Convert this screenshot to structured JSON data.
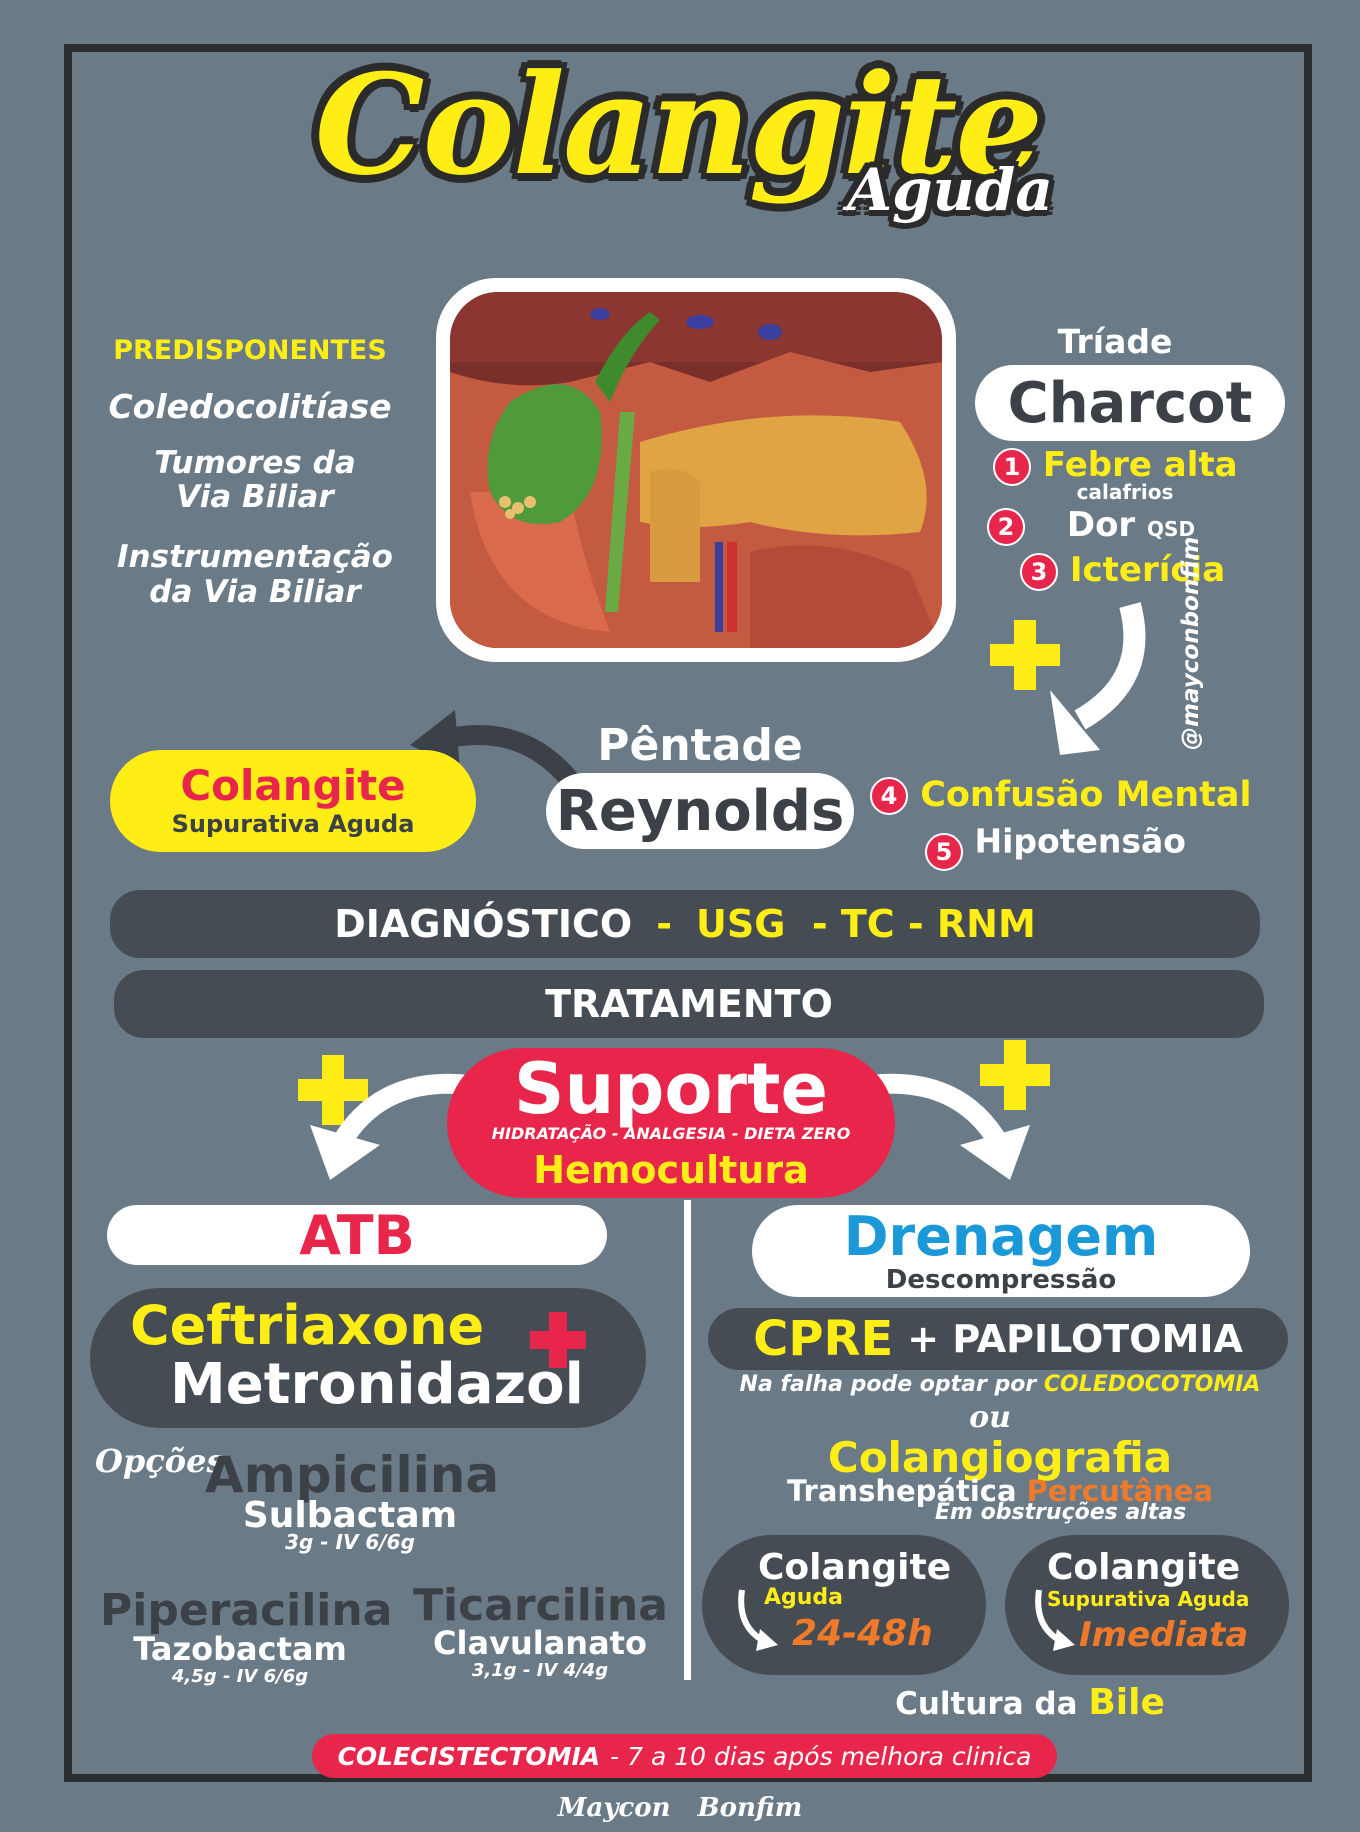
{
  "title": {
    "main": "Colangite",
    "sub": "Aguda"
  },
  "predisponentes": {
    "heading": "PREDISPONENTES",
    "items": [
      "Coledocolitíase",
      "Tumores da",
      "Via Biliar",
      "Instrumentação",
      "da Via Biliar"
    ]
  },
  "triade": {
    "label": "Tríade",
    "name": "Charcot",
    "items": [
      {
        "n": "1",
        "text": "Febre alta",
        "note": "calafrios"
      },
      {
        "n": "2",
        "text": "Dor",
        "note": "QSD"
      },
      {
        "n": "3",
        "text": "Icterícia"
      }
    ]
  },
  "pentade": {
    "label": "Pêntade",
    "name": "Reynolds",
    "items": [
      {
        "n": "4",
        "text": "Confusão Mental"
      },
      {
        "n": "5",
        "text": "Hipotensão"
      }
    ]
  },
  "supurativa": {
    "title": "Colangite",
    "sub": "Supurativa Aguda"
  },
  "handle": "@mayconbonfim",
  "diagnostico": {
    "label": "DIAGNÓSTICO",
    "sep": "-",
    "exams": "USG  - TC - RNM"
  },
  "tratamento": "TRATAMENTO",
  "suporte": {
    "title": "Suporte",
    "sub": "HIDRATAÇÃO - ANALGESIA - DIETA ZERO",
    "hemo": "Hemocultura"
  },
  "atb": {
    "label": "ATB",
    "drug1": "Ceftriaxone",
    "drug2": "Metronidazol",
    "opcoes": "Opções",
    "alts": [
      {
        "name": "Ampicilina",
        "combo": "Sulbactam",
        "dose": "3g - IV 6/6g"
      },
      {
        "name": "Piperacilina",
        "combo": "Tazobactam",
        "dose": "4,5g - IV 6/6g"
      },
      {
        "name": "Ticarcilina",
        "combo": "Clavulanato",
        "dose": "3,1g - IV 4/4g"
      }
    ]
  },
  "drenagem": {
    "label": "Drenagem",
    "sub": "Descompressão",
    "cpre": "CPRE",
    "cpre_extra": "+ PAPILOTOMIA",
    "falha": "Na falha pode optar por",
    "falha_opt": "COLEDOCOTOMIA",
    "ou": "ou",
    "colangio": "Colangiografia",
    "trans1": "Transhepática",
    "trans2": "Percutânea",
    "obstrucoes": "Em obstruções altas",
    "timing": [
      {
        "title": "Colangite",
        "sub": "Aguda",
        "time": "24-48h"
      },
      {
        "title": "Colangite",
        "sub": "Supurativa Aguda",
        "time": "Imediata"
      }
    ],
    "cultura": "Cultura da",
    "cultura_hl": "Bile"
  },
  "colecistectomia": {
    "label": "COLECISTECTOMIA",
    "text": "- 7 a 10 dias após melhora clinica"
  },
  "author": "Maycon   Bonfim",
  "colors": {
    "yellow": "#ffed16",
    "pink": "#e8264b",
    "dark": "#464c53",
    "bg": "#6a7a87",
    "blue": "#1a98d8",
    "orange": "#ef7a2a"
  }
}
